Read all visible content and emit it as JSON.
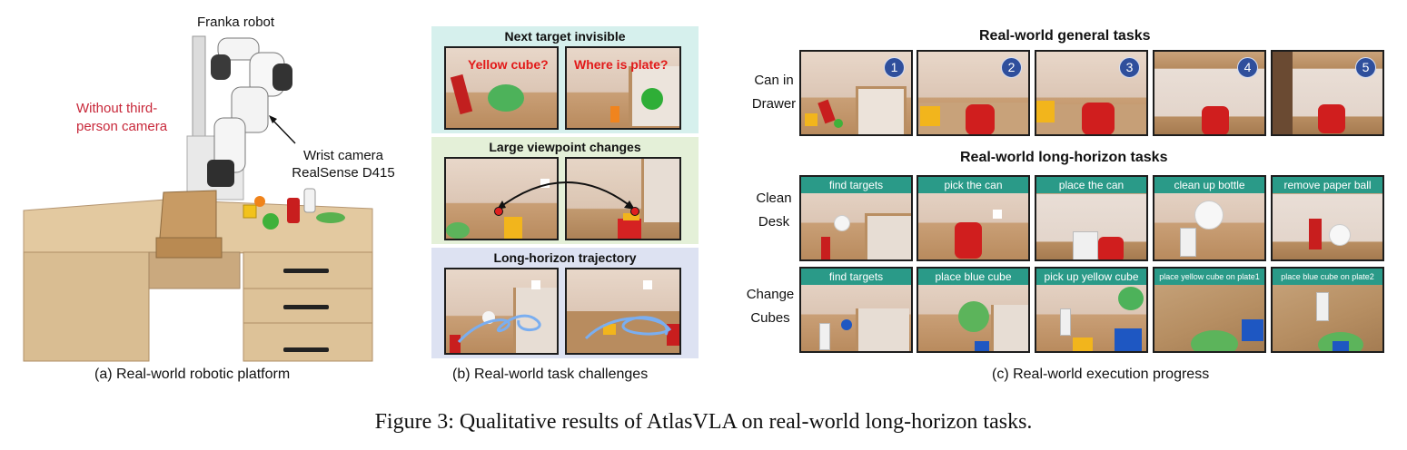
{
  "panel_a": {
    "robot_label": "Franka robot",
    "no_camera_label": "Without third-person camera",
    "wrist_label_line1": "Wrist camera",
    "wrist_label_line2": "RealSense D415",
    "caption": "(a) Real-world robotic platform"
  },
  "panel_b": {
    "sections": [
      {
        "title": "Next target invisible",
        "overlay_left": "Yellow cube?",
        "overlay_right": "Where is plate?",
        "bg": "#d6f0ed"
      },
      {
        "title": "Large viewpoint changes",
        "bg": "#e4f0d8"
      },
      {
        "title": "Long-horizon trajectory",
        "bg": "#dde2f2"
      }
    ],
    "caption": "(b) Real-world task challenges"
  },
  "panel_c": {
    "general_title": "Real-world general tasks",
    "long_title": "Real-world long-horizon tasks",
    "row_can": {
      "label_line1": "Can in",
      "label_line2": "Drawer",
      "badges": [
        "1",
        "2",
        "3",
        "4",
        "5"
      ]
    },
    "row_clean": {
      "label_line1": "Clean",
      "label_line2": "Desk",
      "steps": [
        "find targets",
        "pick the can",
        "place the can",
        "clean up bottle",
        "remove paper ball"
      ]
    },
    "row_cubes": {
      "label_line1": "Change",
      "label_line2": "Cubes",
      "steps": [
        "find targets",
        "place blue cube",
        "pick up yellow cube",
        "place yellow cube on plate1",
        "place blue cube on plate2"
      ]
    },
    "caption": "(c) Real-world execution progress"
  },
  "figure_caption": "Figure 3: Qualitative results of AtlasVLA on real-world long-horizon tasks.",
  "colors": {
    "accent_red": "#c8283a",
    "tag_teal": "#2a9a88",
    "badge_blue": "#2f4f9c"
  }
}
